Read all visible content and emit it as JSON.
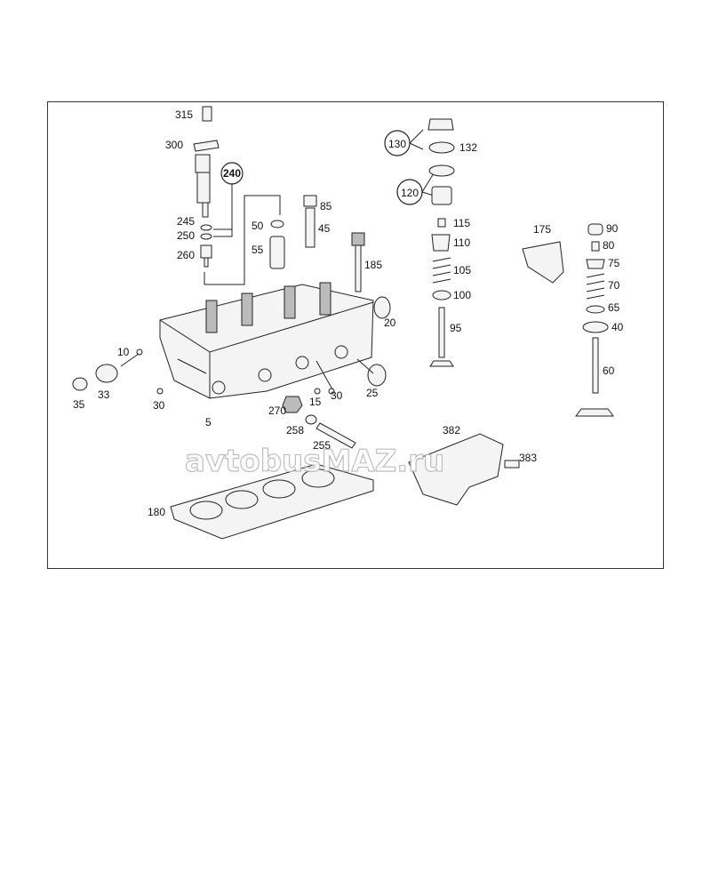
{
  "labels": {
    "p315": "315",
    "p300": "300",
    "p240": "240",
    "p245": "245",
    "p250": "250",
    "p260": "260",
    "p50": "50",
    "p55": "55",
    "p85": "85",
    "p45": "45",
    "p185": "185",
    "p130": "130",
    "p132": "132",
    "p120": "120",
    "p115": "115",
    "p110": "110",
    "p105": "105",
    "p100": "100",
    "p95": "95",
    "p175": "175",
    "p90": "90",
    "p80": "80",
    "p75": "75",
    "p70": "70",
    "p65": "65",
    "p40": "40",
    "p60": "60",
    "p20": "20",
    "p10": "10",
    "p33": "33",
    "p35": "35",
    "p30a": "30",
    "p30b": "30",
    "p15": "15",
    "p25": "25",
    "p5": "5",
    "p270": "270",
    "p258": "258",
    "p255": "255",
    "p382": "382",
    "p383": "383",
    "p180": "180"
  },
  "watermark": "avtobusMAZ.ru"
}
